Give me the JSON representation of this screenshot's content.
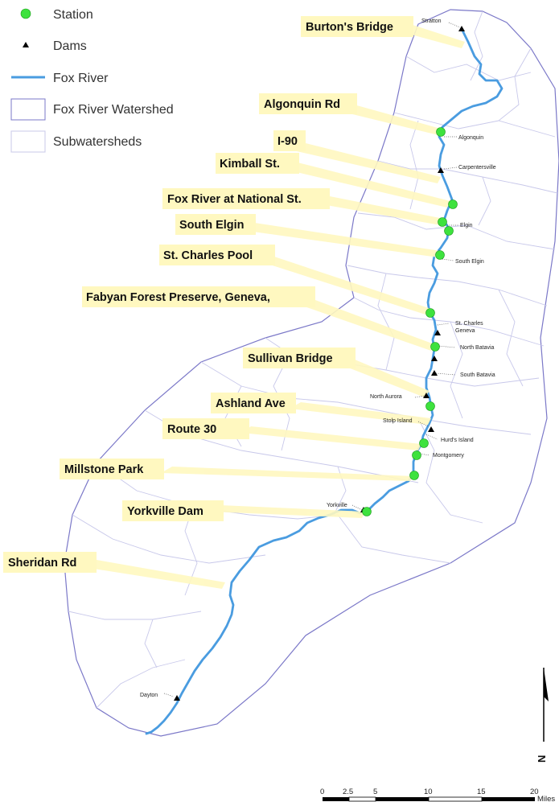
{
  "legend": {
    "station": "Station",
    "dams": "Dams",
    "river": "Fox River",
    "watershed": "Fox River Watershed",
    "subwatersheds": "Subwatersheds"
  },
  "colors": {
    "river": "#4a9ce0",
    "station": "#3ee23e",
    "callout_bg": "#fff8c0",
    "watershed_line": "#7b78c8",
    "subwatershed_line": "#c8c8ea",
    "dam": "#000000"
  },
  "callouts": [
    "Burton's Bridge",
    "Algonquin Rd",
    "I-90",
    "Kimball St.",
    "Fox River at National St.",
    "South Elgin",
    "St. Charles Pool",
    "Fabyan Forest Preserve, Geneva,",
    "Sullivan Bridge",
    "Ashland Ave",
    "Route 30",
    "Millstone Park",
    "Yorkville Dam",
    "Sheridan Rd"
  ],
  "towns": [
    "Stratton",
    "Algonquin",
    "Carpentersville",
    "Elgin",
    "South Elgin",
    "St. Charles",
    "Geneva",
    "North Batavia",
    "South Batavia",
    "North Aurora",
    "Stolp Island",
    "Hurd's Island",
    "Montgomery",
    "Yorkville",
    "Dayton"
  ],
  "scale": {
    "ticks": [
      "0",
      "2.5",
      "5",
      "10",
      "15",
      "20"
    ],
    "unit": "Miles"
  },
  "north": {
    "label": "N",
    "icon": "north-arrow-icon"
  }
}
